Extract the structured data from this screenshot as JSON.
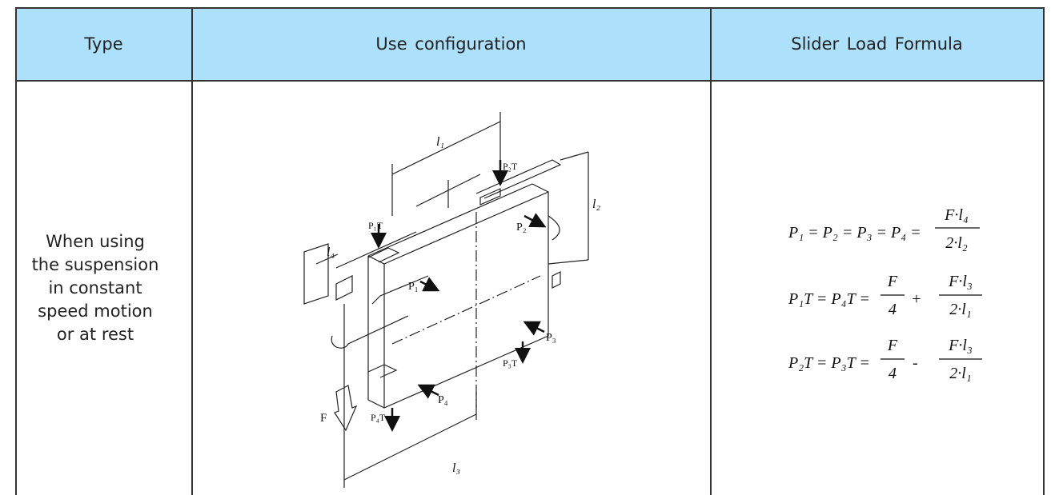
{
  "table": {
    "headers": [
      "Type",
      "Use configuration",
      "Slider Load Formula"
    ],
    "type_lines": [
      "When using",
      "the suspension",
      "in constant",
      "speed motion",
      "or at rest"
    ]
  },
  "diagram": {
    "labels": {
      "l1": "l₁",
      "l2": "l₂",
      "l3": "l₃",
      "l4": "l₄",
      "P1": "P₁",
      "P2": "P₂",
      "P3": "P₃",
      "P4": "P₄",
      "P1T": "P₁T",
      "P2T": "P₂T",
      "P3T": "P₃T",
      "P4T": "P₄T",
      "F": "F"
    }
  },
  "formulas": {
    "f1": {
      "lhs": "P₁ = P₂ = P₃ = P₄ =",
      "num": "F·l₄",
      "den": "2·l₂"
    },
    "f2": {
      "lhs": "P₁T = P₄T =",
      "num1": "F",
      "den1": "4",
      "op": "+",
      "num2": "F·l₃",
      "den2": "2·l₁"
    },
    "f3": {
      "lhs": "P₂T = P₃T =",
      "num1": "F",
      "den1": "4",
      "op": "-",
      "num2": "F·l₃",
      "den2": "2·l₁"
    }
  }
}
